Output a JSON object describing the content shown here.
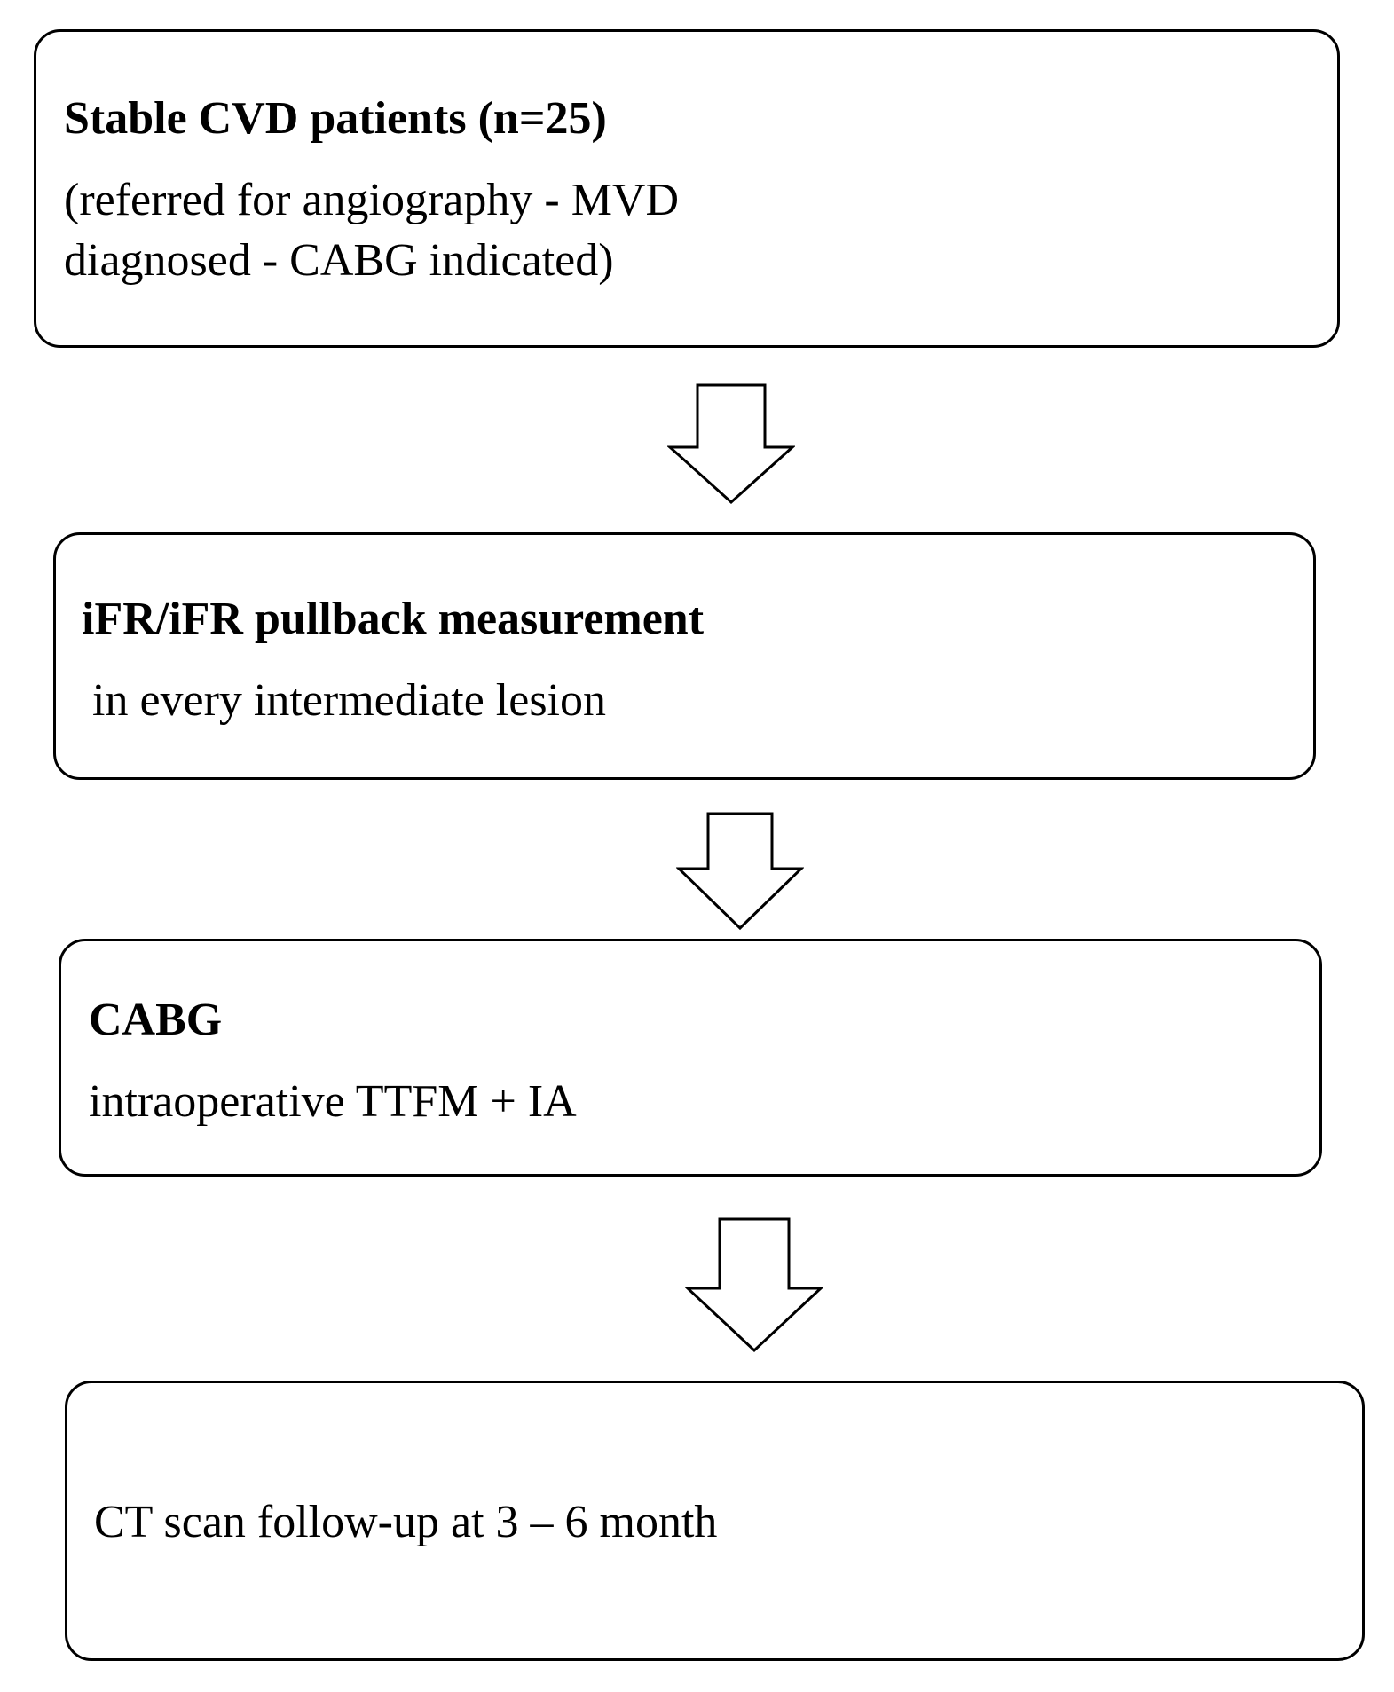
{
  "boxes": [
    {
      "title": "Stable CVD patients  (n=25)",
      "lines": [
        "(referred for angiography  - MVD",
        "diagnosed - CABG indicated)"
      ]
    },
    {
      "title": "iFR/iFR pullback measurement",
      "lines": [
        "in every intermediate lesion"
      ]
    },
    {
      "title": "CABG",
      "lines": [
        "intraoperative TTFM + IA"
      ]
    },
    {
      "lines": [
        "CT scan follow-up  at 3 – 6 month"
      ]
    }
  ]
}
